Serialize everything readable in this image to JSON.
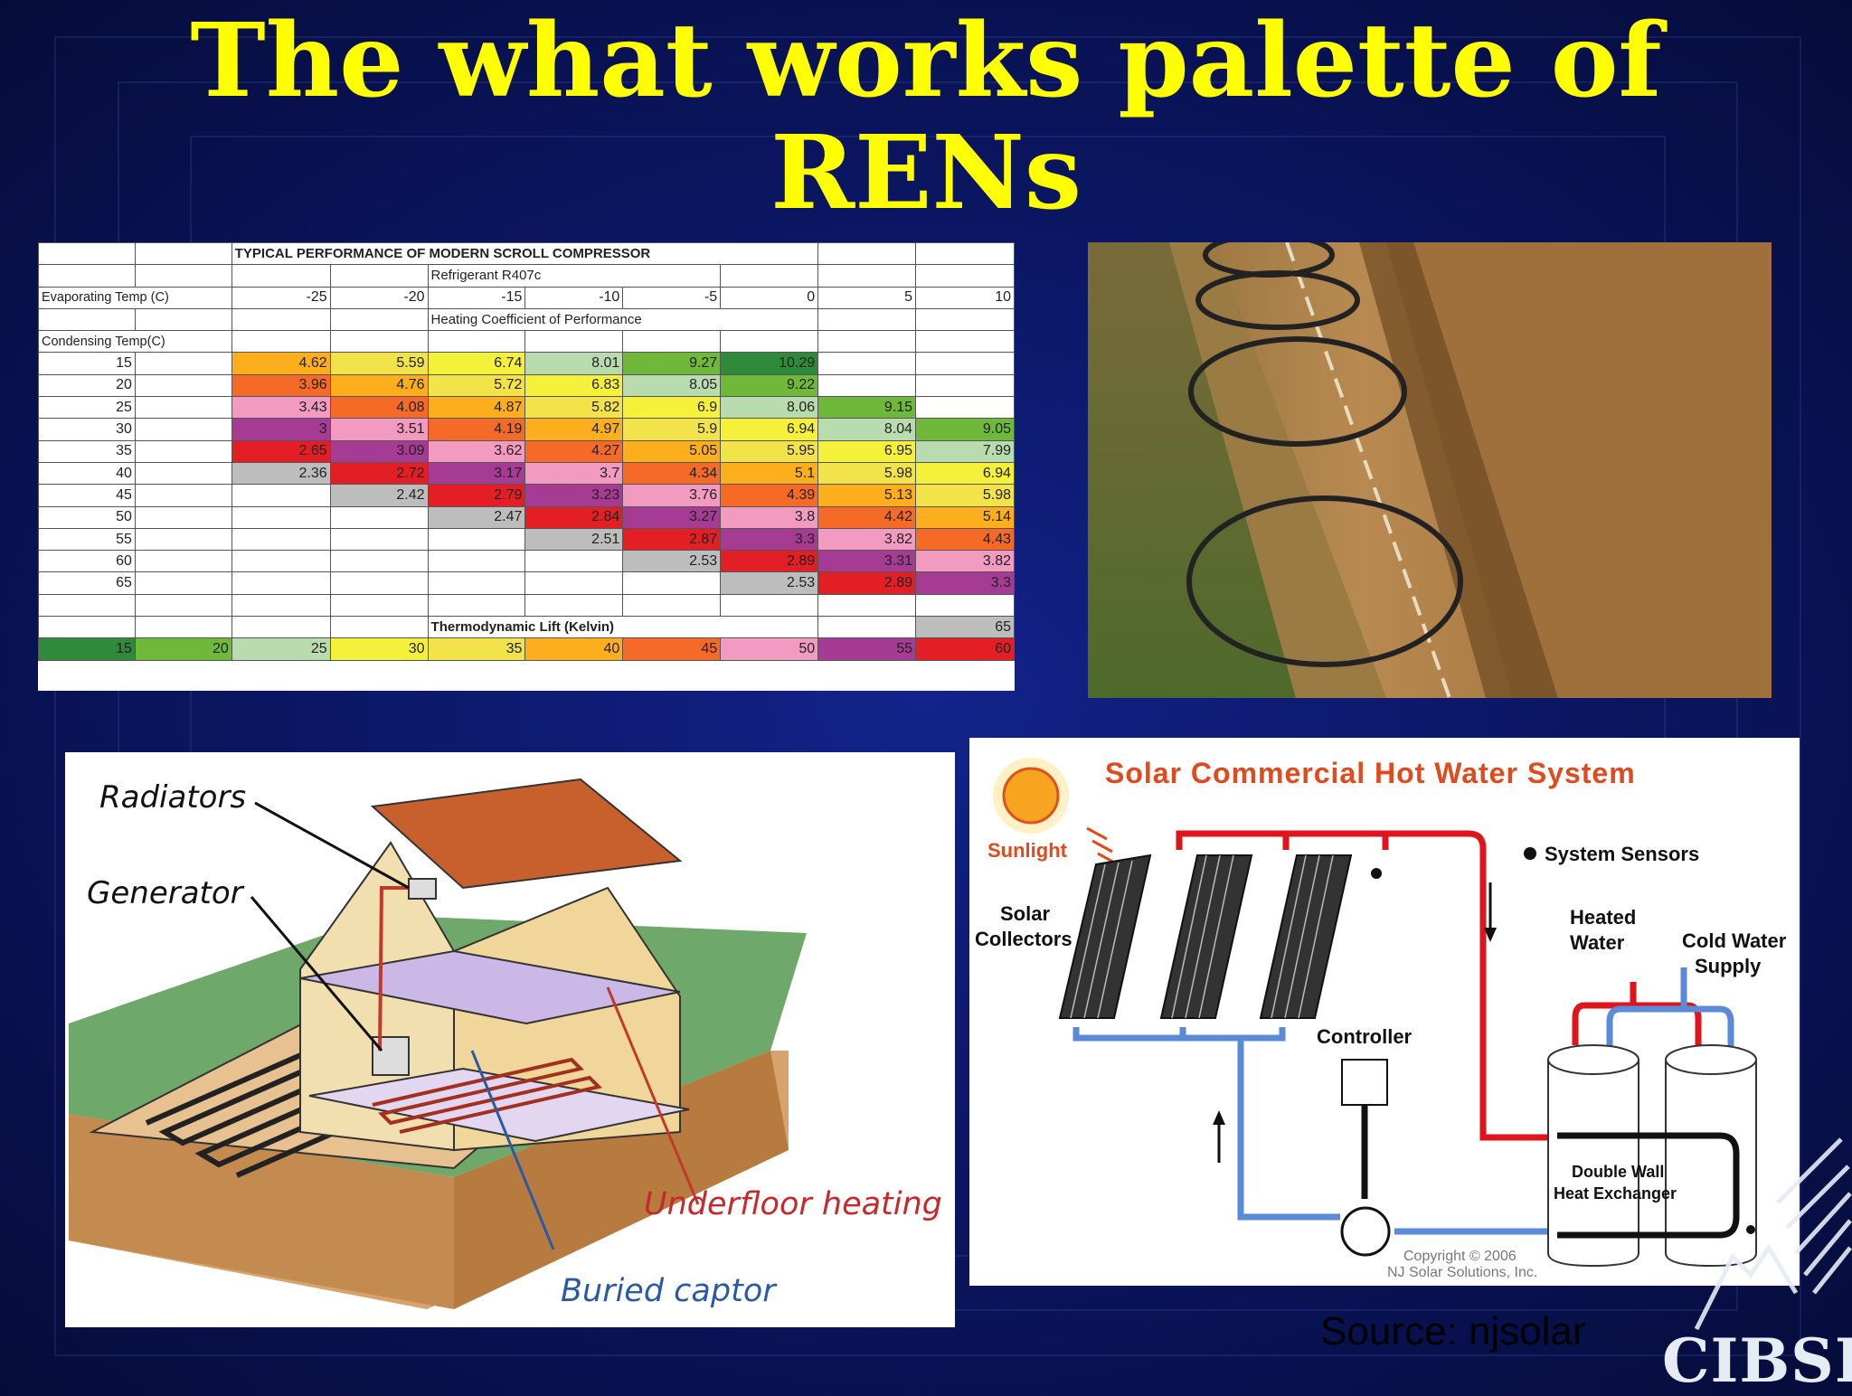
{
  "slide": {
    "title_line1": "The what works palette of",
    "title_line2": "RENs",
    "source": "Source: njsolar",
    "logo_text": "CIBSE"
  },
  "cop_table": {
    "title": "TYPICAL PERFORMANCE OF MODERN SCROLL COMPRESSOR",
    "refrigerant": "Refrigerant R407c",
    "evap_label": "Evaporating Temp (C)",
    "evap_temps": [
      "-25",
      "-20",
      "-15",
      "-10",
      "-5",
      "0",
      "5",
      "10"
    ],
    "cop_heading": "Heating Coefficient of Performance",
    "cond_label": "Condensing Temp(C)",
    "rows": [
      {
        "t": "15",
        "v": [
          "4.62",
          "5.59",
          "6.74",
          "8.01",
          "9.27",
          "10.29",
          "",
          ""
        ]
      },
      {
        "t": "20",
        "v": [
          "3.96",
          "4.76",
          "5.72",
          "6.83",
          "8.05",
          "9.22",
          "",
          ""
        ]
      },
      {
        "t": "25",
        "v": [
          "3.43",
          "4.08",
          "4.87",
          "5.82",
          "6.9",
          "8.06",
          "9.15",
          ""
        ]
      },
      {
        "t": "30",
        "v": [
          "3",
          "3.51",
          "4.19",
          "4.97",
          "5.9",
          "6.94",
          "8.04",
          "9.05"
        ]
      },
      {
        "t": "35",
        "v": [
          "2.65",
          "3.09",
          "3.62",
          "4.27",
          "5.05",
          "5.95",
          "6.95",
          "7.99"
        ]
      },
      {
        "t": "40",
        "v": [
          "2.36",
          "2.72",
          "3.17",
          "3.7",
          "4.34",
          "5.1",
          "5.98",
          "6.94"
        ]
      },
      {
        "t": "45",
        "v": [
          "",
          "2.42",
          "2.79",
          "3.23",
          "3.76",
          "4.39",
          "5.13",
          "5.98"
        ]
      },
      {
        "t": "50",
        "v": [
          "",
          "",
          "2.47",
          "2.84",
          "3.27",
          "3.8",
          "4.42",
          "5.14"
        ]
      },
      {
        "t": "55",
        "v": [
          "",
          "",
          "",
          "2.51",
          "2.87",
          "3.3",
          "3.82",
          "4.43"
        ]
      },
      {
        "t": "60",
        "v": [
          "",
          "",
          "",
          "",
          "2.53",
          "2.89",
          "3.31",
          "3.82"
        ]
      },
      {
        "t": "65",
        "v": [
          "",
          "",
          "",
          "",
          "",
          "2.53",
          "2.89",
          "3.3"
        ]
      }
    ],
    "lift_label": "Thermodynamic Lift (Kelvin)",
    "lift_max": "65",
    "legend": [
      "15",
      "20",
      "25",
      "30",
      "35",
      "40",
      "45",
      "50",
      "55",
      "60"
    ],
    "lift_colors": {
      "15": "#2f8a3c",
      "20": "#6fb83a",
      "25": "#b9dcae",
      "30": "#f5f03a",
      "35": "#f3e34a",
      "40": "#fcae1c",
      "45": "#f66a28",
      "50": "#f29ac0",
      "55": "#a53b93",
      "60": "#e41e25",
      "65": "#bdbdbd",
      "70": "#bdbdbd"
    }
  },
  "house": {
    "label_radiators": "Radiators",
    "label_generator": "Generator",
    "label_underfloor": "Underfloor heating",
    "label_captor": "Buried captor"
  },
  "solar": {
    "title": "Solar Commercial Hot Water System",
    "sunlight": "Sunlight",
    "sensors": "System Sensors",
    "collectors_l1": "Solar",
    "collectors_l2": "Collectors",
    "heated_l1": "Heated",
    "heated_l2": "Water",
    "cold_l1": "Cold Water",
    "cold_l2": "Supply",
    "controller": "Controller",
    "exchanger_l1": "Double Wall",
    "exchanger_l2": "Heat Exchanger",
    "copyright_l1": "Copyright © 2006",
    "copyright_l2": "NJ Solar Solutions, Inc."
  }
}
